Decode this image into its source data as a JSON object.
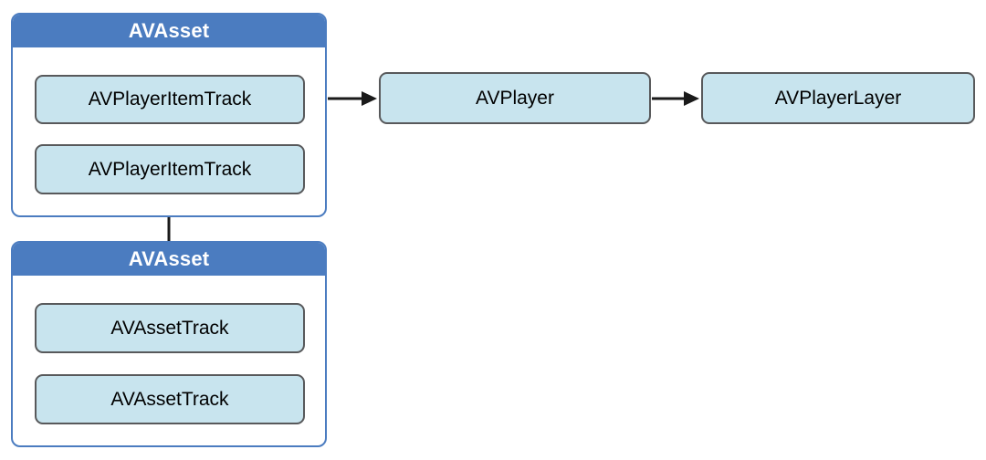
{
  "diagram": {
    "containers": [
      {
        "title": "AVAsset",
        "children": [
          {
            "label": "AVPlayerItemTrack"
          },
          {
            "label": "AVPlayerItemTrack"
          }
        ]
      },
      {
        "title": "AVAsset",
        "children": [
          {
            "label": "AVAssetTrack"
          },
          {
            "label": "AVAssetTrack"
          }
        ]
      }
    ],
    "nodes": [
      {
        "label": "AVPlayer"
      },
      {
        "label": "AVPlayerLayer"
      }
    ],
    "connectors": [
      {
        "from": "AVAsset (top container)",
        "to": "AVPlayer",
        "style": "arrow"
      },
      {
        "from": "AVPlayer",
        "to": "AVPlayerLayer",
        "style": "arrow"
      },
      {
        "from": "AVAsset (top container)",
        "to": "AVAsset (bottom container)",
        "style": "line"
      }
    ],
    "colors": {
      "header_blue": "#4b7cc0",
      "container_border": "#4b7cc0",
      "node_fill": "#c8e4ee",
      "node_border": "#58595b",
      "connector_black": "#1a1a1a",
      "background": "#ffffff"
    }
  }
}
